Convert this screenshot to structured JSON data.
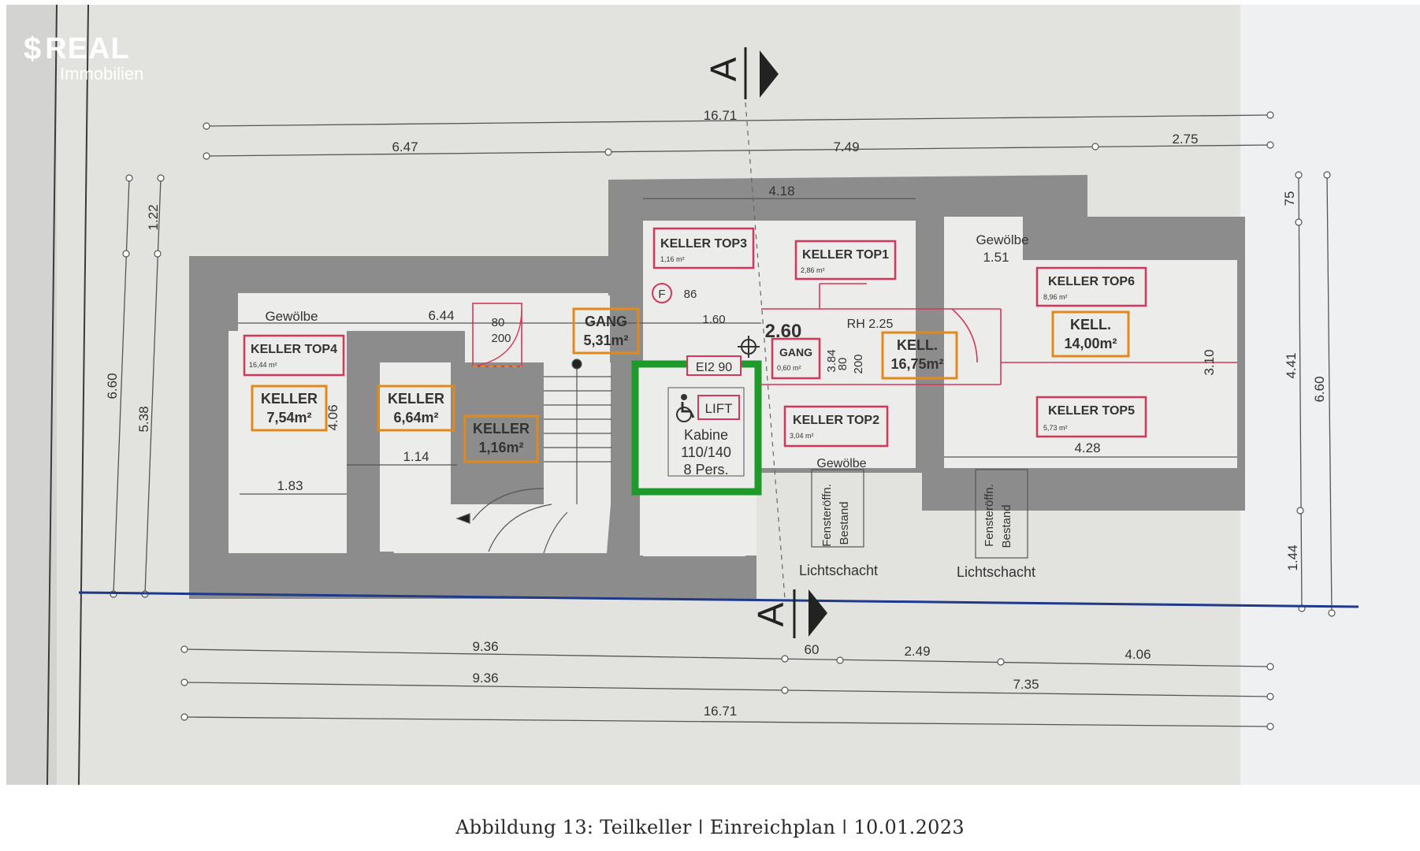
{
  "logo": {
    "symbol": "$",
    "brand": "REAL",
    "sub": "Immobilien"
  },
  "caption": "Abbildung 13: Teilkeller  ǀ  Einreichplan  ǀ  10.01.2023",
  "section_marker": "A",
  "dimensions": {
    "top_total": "16.71",
    "top_a": "6.47",
    "top_b": "7.49",
    "top_c": "2.75",
    "inner_top": "4.18",
    "bottom_a1": "9.36",
    "bottom_a2": "60",
    "bottom_a3": "2.49",
    "bottom_a4": "4.06",
    "bottom_b1": "9.36",
    "bottom_b2": "7.35",
    "bottom_total": "16.71",
    "left_a": "1.22",
    "left_total": "6.60",
    "left_b": "5.38",
    "right_a": "75",
    "right_b": "4.41",
    "right_total": "6.60",
    "right_c": "1.44",
    "inner_644": "6.44",
    "inner_406": "4.06",
    "inner_183": "1.83",
    "inner_114": "1.14",
    "inner_151": "1.51",
    "inner_310": "3.10",
    "inner_428": "4.28",
    "inner_260": "2.60",
    "inner_rh": "RH 2.25",
    "inner_160": "1.60",
    "inner_86": "86",
    "inner_80_200a": "80",
    "inner_80_200b": "200",
    "inner_384": "3.84"
  },
  "rooms": {
    "keller_top3": {
      "name": "KELLER TOP3",
      "area": "1,16 m²"
    },
    "keller_top1": {
      "name": "KELLER TOP1",
      "area": "2,86 m²"
    },
    "keller_top4": {
      "name": "KELLER TOP4",
      "area": "16,44 m²"
    },
    "keller_top6": {
      "name": "KELLER TOP6",
      "area": "8,96 m²"
    },
    "keller_top2": {
      "name": "KELLER TOP2",
      "area": "3,04 m²"
    },
    "keller_top5": {
      "name": "KELLER TOP5",
      "area": "5,73 m²"
    },
    "keller_754": {
      "name": "KELLER",
      "area": "7,54m²"
    },
    "keller_664": {
      "name": "KELLER",
      "area": "6,64m²"
    },
    "keller_116": {
      "name": "KELLER",
      "area": "1,16m²"
    },
    "gang_531": {
      "name": "GANG",
      "area": "5,31m²"
    },
    "gang_small": {
      "name": "GANG",
      "area": "0,60 m²"
    },
    "kell_1675": {
      "name": "KELL.",
      "area": "16,75m²"
    },
    "kell_1400": {
      "name": "KELL.",
      "area": "14,00m²"
    }
  },
  "labels": {
    "gewoelbe_left": "Gewölbe",
    "gewoelbe_right": "Gewölbe",
    "gewoelbe_bottom": "Gewölbe",
    "lift": "LIFT",
    "kabine_1": "Kabine",
    "kabine_2": "110/140",
    "kabine_3": "8 Pers.",
    "ei2": "EI2 90",
    "fenster_1a": "Fensteröffn.",
    "fenster_1b": "Bestand",
    "fenster_2a": "Fensteröffn.",
    "fenster_2b": "Bestand",
    "lichtschacht_1": "Lichtschacht",
    "lichtschacht_2": "Lichtschacht",
    "f_marker": "F",
    "door_80": "80",
    "door_200": "200"
  },
  "colors": {
    "wall": "#8c8c8c",
    "paper": "#ececea",
    "room_frame_orange": "#e08a1e",
    "room_frame_red": "#d4375a",
    "lift_green": "#1e9a2a",
    "section_line_blue": "#1f3a8a"
  }
}
